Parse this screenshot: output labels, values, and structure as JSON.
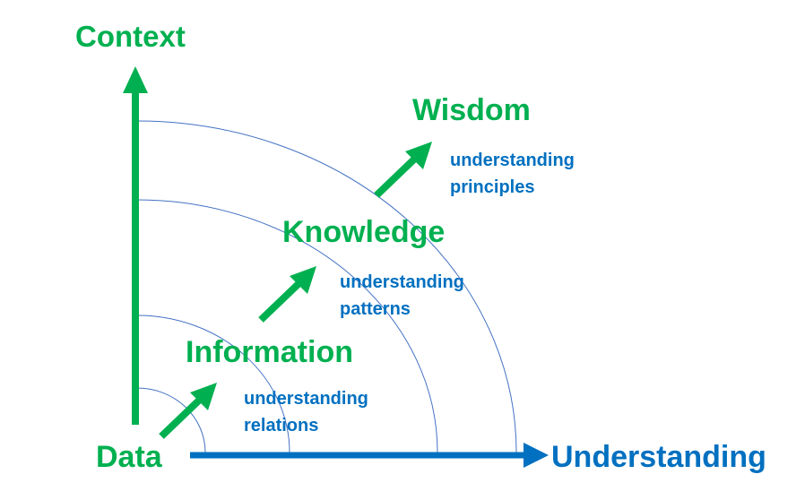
{
  "axes": {
    "vertical_label": "Context",
    "horizontal_label": "Understanding"
  },
  "levels": [
    {
      "name": "Data",
      "description": [
        "",
        ""
      ]
    },
    {
      "name": "Information",
      "description": [
        "understanding",
        "relations"
      ]
    },
    {
      "name": "Knowledge",
      "description": [
        "understanding",
        "patterns"
      ]
    },
    {
      "name": "Wisdom",
      "description": [
        "understanding",
        "principles"
      ]
    }
  ],
  "colors": {
    "green": "#00b050",
    "blue": "#0070c0",
    "arc": "#4472c4"
  }
}
